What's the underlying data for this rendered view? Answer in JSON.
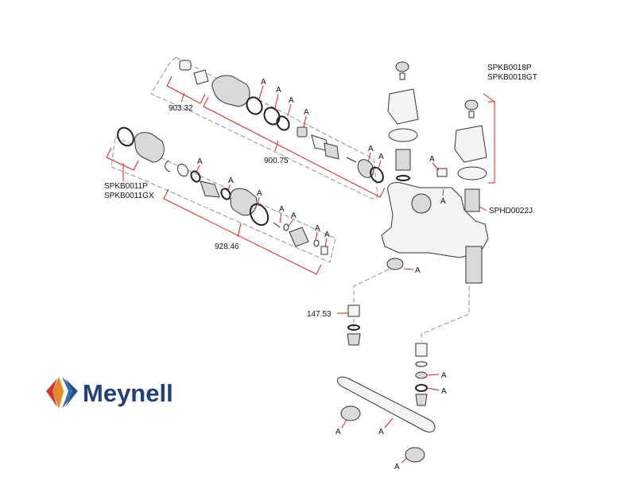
{
  "brand": {
    "name": "Meynell",
    "colors": {
      "text": "#1f3f7f",
      "chevron_red": "#d9342b",
      "chevron_blue": "#2f6db5",
      "chevron_navy": "#1f3f7f"
    }
  },
  "labels": {
    "part_903_32": "903.32",
    "part_900_75": "900.75",
    "part_928_46": "928.46",
    "part_147_53": "147.53",
    "kit_spkb0011p": "SPKB0011P",
    "kit_spkb0011gx": "SPKB0011GX",
    "kit_spkb0018p": "SPKB0018P",
    "kit_spkb0018gt": "SPKB0018GT",
    "kit_sphd0022j": "SPHD0022J",
    "service_marker": "A"
  },
  "colors": {
    "leader": "#dd2222",
    "outline": "#333333",
    "dashed": "#777777"
  }
}
